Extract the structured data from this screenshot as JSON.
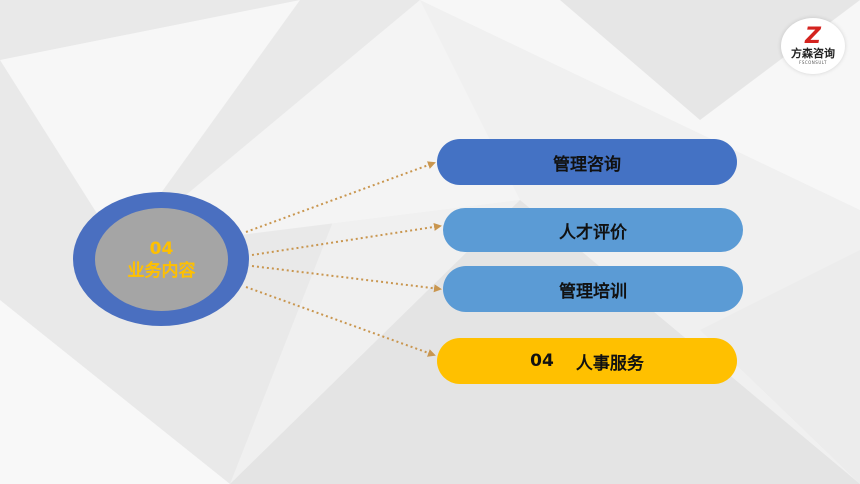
{
  "logo": {
    "mark": "Z",
    "name": "方森咨询",
    "sub": "FSCONSULT"
  },
  "hub": {
    "number": "04",
    "label": "业务内容"
  },
  "items": [
    {
      "label": "管理咨询"
    },
    {
      "label": "人才评价"
    },
    {
      "label": "管理培训"
    },
    {
      "number": "04",
      "label": "人事服务"
    }
  ],
  "colors": {
    "dark_blue": "#4472c4",
    "light_blue": "#5b9bd5",
    "gold": "#ffc000",
    "arrow": "#c9964f",
    "hub_gray": "#a5a5a5"
  }
}
